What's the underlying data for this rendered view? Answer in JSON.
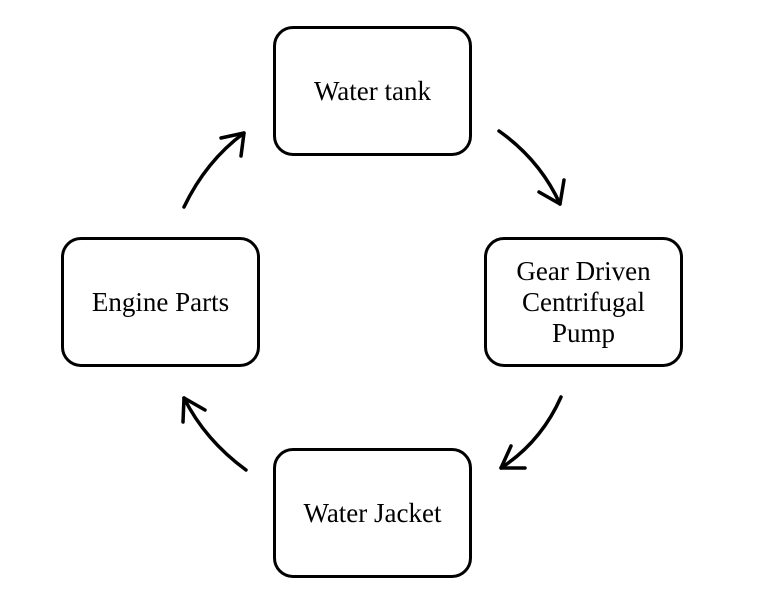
{
  "diagram": {
    "type": "cycle",
    "nodes": [
      {
        "id": "tank",
        "label": "Water tank"
      },
      {
        "id": "pump",
        "label": "Gear Driven\nCentrifugal\nPump"
      },
      {
        "id": "jacket",
        "label": "Water Jacket"
      },
      {
        "id": "parts",
        "label": "Engine Parts"
      }
    ],
    "edges": [
      {
        "from": "tank",
        "to": "pump"
      },
      {
        "from": "pump",
        "to": "jacket"
      },
      {
        "from": "jacket",
        "to": "parts"
      },
      {
        "from": "parts",
        "to": "tank"
      }
    ],
    "colors": {
      "stroke": "#000000",
      "fill": "#ffffff",
      "text": "#000000"
    }
  }
}
